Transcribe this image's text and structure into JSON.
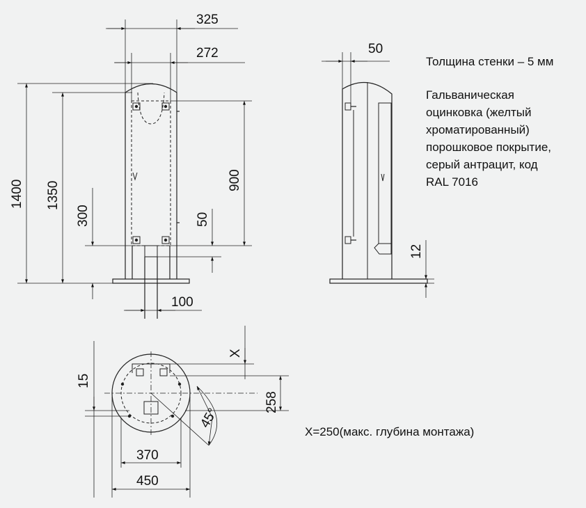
{
  "notes": {
    "wall_thickness": "Толщина стенки – 5 мм",
    "coating": [
      "Гальваническая",
      "оцинковка (желтый",
      "хроматированный)",
      "порошковое покрытие,",
      "серый антрацит, код",
      "RAL 7016"
    ],
    "depth": "X=250(макс. глубина монтажа)"
  },
  "dimensions": {
    "front_width_outer": "325",
    "front_width_inner": "272",
    "side_depth": "50",
    "height_total": "1400",
    "height_body": "1350",
    "height_base": "300",
    "height_door": "900",
    "height_foot": "50",
    "pipe_width": "100",
    "side_offset": "12",
    "x_label": "X",
    "plan_offset": "15",
    "plan_depth": "258",
    "plan_angle": "45°",
    "plan_inner_width": "370",
    "plan_outer_width": "450"
  }
}
